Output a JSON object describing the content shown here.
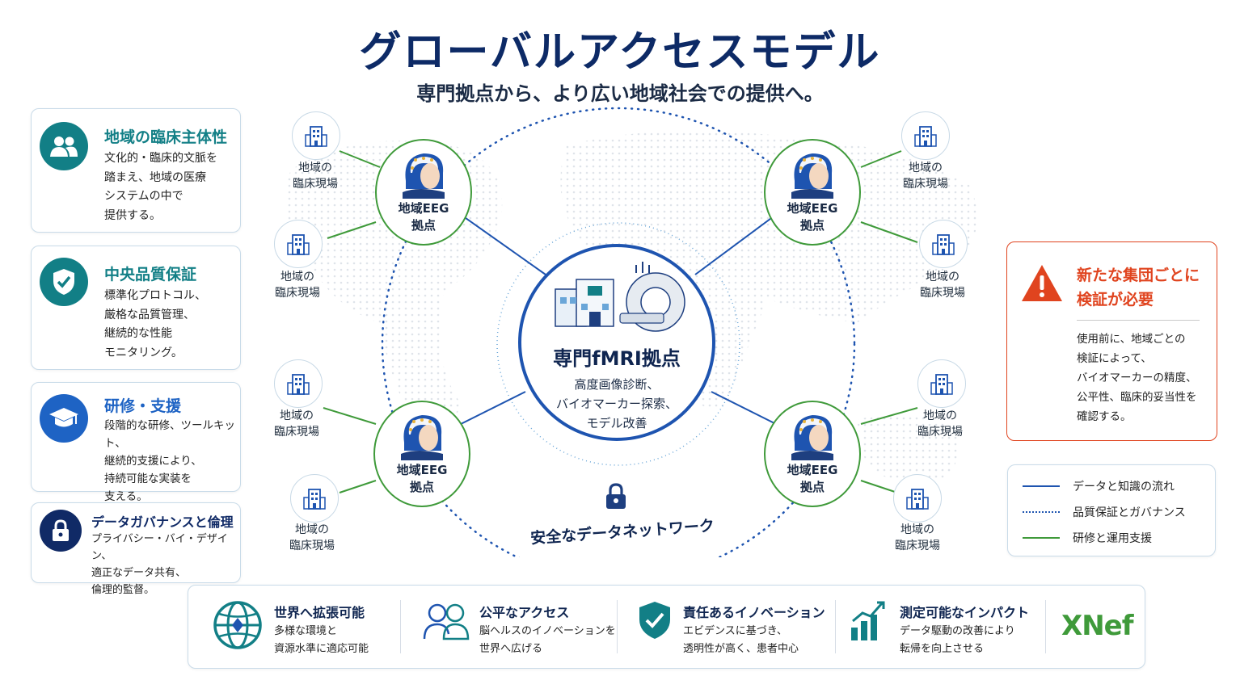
{
  "title": "グローバルアクセスモデル",
  "subtitle": "専門拠点から、より広い地域社会での提供へ。",
  "left_cards": [
    {
      "title": "地域の臨床主体性",
      "body": "文化的・臨床的文脈を\n踏まえ、地域の医療\nシステムの中で\n提供する。",
      "icon": "people-icon",
      "color": "#127f86"
    },
    {
      "title": "中央品質保証",
      "body": "標準化プロトコル、\n厳格な品質管理、\n継続的な性能\nモニタリング。",
      "icon": "shield-check-icon",
      "color": "#127f86"
    },
    {
      "title": "研修・支援",
      "body": "段階的な研修、ツールキット、\n継続的支援により、\n持続可能な実装を\n支える。",
      "icon": "graduation-cap-icon",
      "color": "#1e63c4"
    },
    {
      "title": "データガバナンスと倫理",
      "body": "プライバシー・バイ・デザイン、\n適正なデータ共有、\n倫理的監督。",
      "icon": "lock-icon",
      "color": "#102a66"
    }
  ],
  "center": {
    "title": "専門fMRI拠点",
    "body": "高度画像診断、\nバイオマーカー探索、\nモデル改善"
  },
  "eeg_label": "地域EEG\n拠点",
  "clinic_label": "地域の\n臨床現場",
  "network_label": "安全なデータネットワーク",
  "warning": {
    "title": "新たな集団ごとに\n検証が必要",
    "body": "使用前に、地域ごとの\n検証によって、\nバイオマーカーの精度、\n公平性、臨床的妥当性を\n確認する。",
    "color": "#e0441f"
  },
  "legend": [
    {
      "label": "データと知識の流れ",
      "style": "solid",
      "color": "#1e54b0"
    },
    {
      "label": "品質保証とガバナンス",
      "style": "dotted",
      "color": "#1e54b0"
    },
    {
      "label": "研修と運用支援",
      "style": "solid",
      "color": "#3f9a3a"
    }
  ],
  "bottom": [
    {
      "title": "世界へ拡張可能",
      "body": "多様な環境と\n資源水準に適応可能",
      "icon": "globe-icon"
    },
    {
      "title": "公平なアクセス",
      "body": "脳ヘルスのイノベーションを\n世界へ広げる",
      "icon": "people-outline-icon"
    },
    {
      "title": "責任あるイノベーション",
      "body": "エビデンスに基づき、\n透明性が高く、患者中心",
      "icon": "shield-check-icon"
    },
    {
      "title": "測定可能なインパクト",
      "body": "データ駆動の改善により\n転帰を向上させる",
      "icon": "bar-chart-icon"
    }
  ],
  "brand": "XNef",
  "colors": {
    "navy": "#0d2a66",
    "teal": "#127f86",
    "green": "#3f9a3a",
    "blue": "#1e54b0"
  }
}
